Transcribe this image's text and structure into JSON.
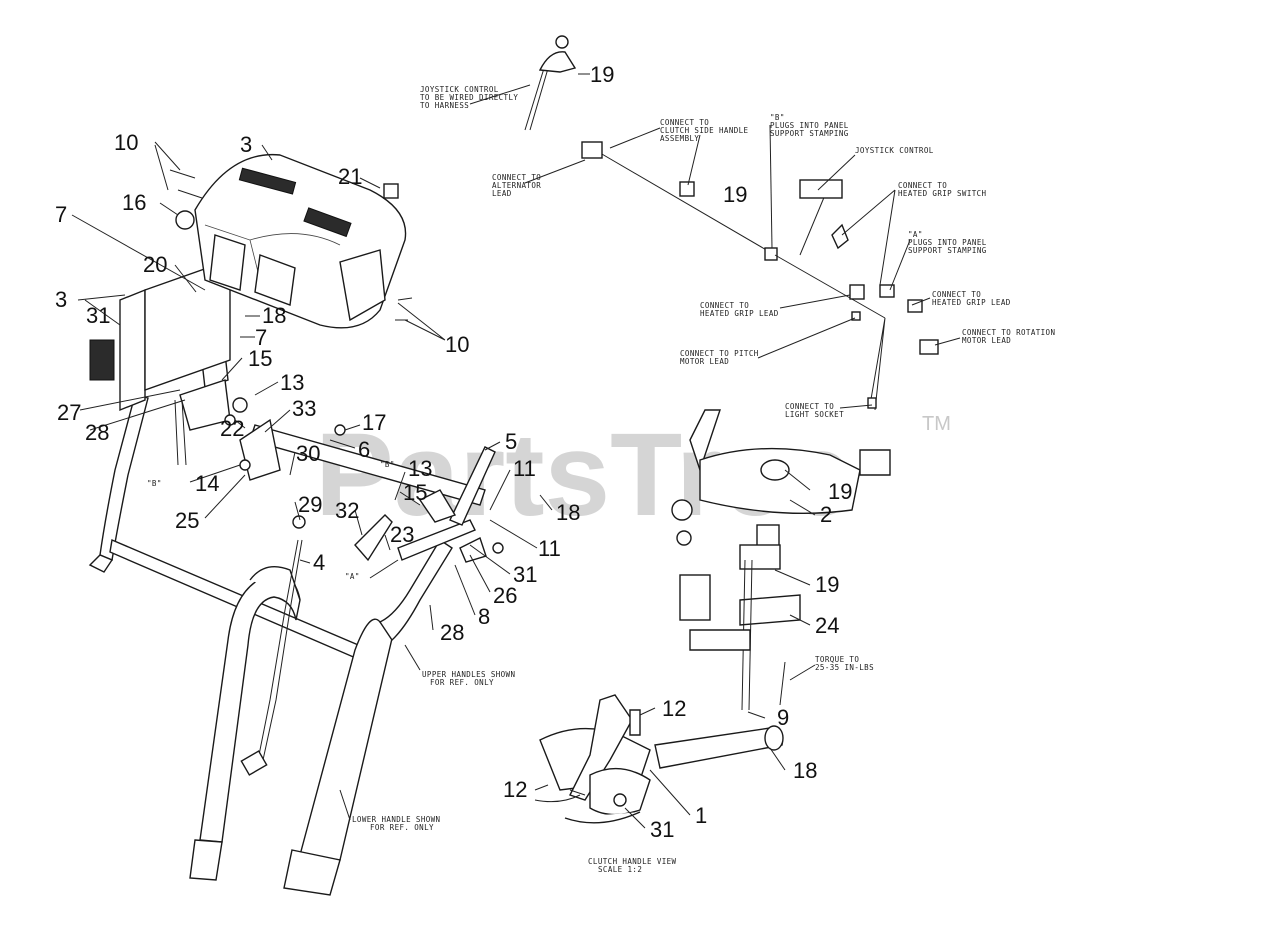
{
  "watermark": {
    "text": "PartsTree",
    "mark": "TM"
  },
  "callouts": [
    {
      "label": "19"
    },
    {
      "label": "10"
    },
    {
      "label": "3"
    },
    {
      "label": "21"
    },
    {
      "label": "16"
    },
    {
      "label": "7"
    },
    {
      "label": "20"
    },
    {
      "label": "3"
    },
    {
      "label": "31"
    },
    {
      "label": "18"
    },
    {
      "label": "7"
    },
    {
      "label": "10"
    },
    {
      "label": "15"
    },
    {
      "label": "13"
    },
    {
      "label": "27"
    },
    {
      "label": "33"
    },
    {
      "label": "28"
    },
    {
      "label": "22"
    },
    {
      "label": "17"
    },
    {
      "label": "6"
    },
    {
      "label": "5"
    },
    {
      "label": "14"
    },
    {
      "label": "30"
    },
    {
      "label": "13"
    },
    {
      "label": "11"
    },
    {
      "label": "15"
    },
    {
      "label": "25"
    },
    {
      "label": "29"
    },
    {
      "label": "18"
    },
    {
      "label": "32"
    },
    {
      "label": "23"
    },
    {
      "label": "11"
    },
    {
      "label": "4"
    },
    {
      "label": "31"
    },
    {
      "label": "26"
    },
    {
      "label": "8"
    },
    {
      "label": "28"
    },
    {
      "label": "19"
    },
    {
      "label": "19"
    },
    {
      "label": "2"
    },
    {
      "label": "19"
    },
    {
      "label": "24"
    },
    {
      "label": "9"
    },
    {
      "label": "12"
    },
    {
      "label": "18"
    },
    {
      "label": "12"
    },
    {
      "label": "1"
    },
    {
      "label": "31"
    }
  ],
  "notes": {
    "joystick_wired": [
      "JOYSTICK CONTROL",
      "TO BE WIRED DIRECTLY",
      "TO HARNESS"
    ],
    "connect_clutch": [
      "CONNECT TO",
      "CLUTCH SIDE HANDLE",
      "ASSEMBLY"
    ],
    "connect_alternator": [
      "CONNECT TO",
      "ALTERNATOR",
      "LEAD"
    ],
    "plugs_panel_a": [
      "\"B\"",
      "PLUGS INTO PANEL",
      "SUPPORT STAMPING"
    ],
    "joystick_control": [
      "JOYSTICK CONTROL"
    ],
    "connect_heated_switch": [
      "CONNECT TO",
      "HEATED GRIP SWITCH"
    ],
    "plugs_panel_b": [
      "\"A\"",
      "PLUGS INTO PANEL",
      "SUPPORT STAMPING"
    ],
    "connect_heated_grip": [
      "CONNECT TO",
      "HEATED GRIP LEAD"
    ],
    "connect_heated_lead": [
      "CONNECT TO",
      "HEATED GRIP LEAD"
    ],
    "connect_rotation": [
      "CONNECT TO ROTATION",
      "MOTOR LEAD"
    ],
    "connect_pitch": [
      "CONNECT TO PITCH",
      "MOTOR LEAD"
    ],
    "connect_light": [
      "CONNECT TO",
      "LIGHT SOCKET"
    ],
    "upper_handles": [
      "UPPER HANDLES SHOWN",
      "FOR REF. ONLY"
    ],
    "lower_handle": [
      "LOWER HANDLE SHOWN",
      "FOR REF. ONLY"
    ],
    "torque": [
      "TORQUE TO",
      "25-35 IN-LBS"
    ],
    "clutch_view": [
      "CLUTCH HANDLE VIEW",
      "SCALE 1:2"
    ],
    "label_b": [
      "\"B\""
    ],
    "label_a": [
      "\"A\""
    ],
    "label_b2": [
      "\"B\""
    ]
  }
}
